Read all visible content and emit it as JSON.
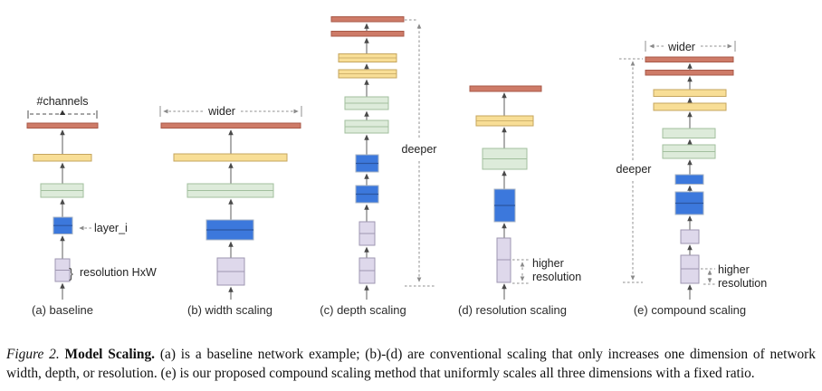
{
  "figure": {
    "columns": [
      {
        "id": "a",
        "caption": "(a) baseline",
        "box_counts": {
          "red": 1,
          "yellow": 1,
          "green": 1,
          "blue": 1,
          "purple": 1
        },
        "annotations": {
          "channels": "#channels",
          "layer": "layer_i",
          "brace": "}",
          "resolution": "resolution HxW"
        }
      },
      {
        "id": "b",
        "caption": "(b) width scaling",
        "box_counts": {
          "red": 1,
          "yellow": 1,
          "green": 1,
          "blue": 1,
          "purple": 1
        },
        "annotations": {
          "wider": "wider"
        }
      },
      {
        "id": "c",
        "caption": "(c) depth scaling",
        "box_counts": {
          "red": 2,
          "yellow": 2,
          "green": 2,
          "blue": 2,
          "purple": 2
        },
        "annotations": {
          "deeper": "deeper"
        }
      },
      {
        "id": "d",
        "caption": "(d) resolution scaling",
        "box_counts": {
          "red": 1,
          "yellow": 1,
          "green": 1,
          "blue": 1,
          "purple": 1
        },
        "annotations": {
          "higher1": "higher",
          "higher2": "resolution"
        }
      },
      {
        "id": "e",
        "caption": "(e) compound scaling",
        "box_counts": {
          "red": 2,
          "yellow": 2,
          "green": 2,
          "blue": 2,
          "purple": 2
        },
        "annotations": {
          "wider": "wider",
          "deeper": "deeper",
          "higher1": "higher",
          "higher2": "resolution"
        }
      }
    ],
    "colors": {
      "red_fill": "#CE7B68",
      "red_stroke": "#A85948",
      "yellow_fill": "#F8DE96",
      "yellow_stroke": "#C5A55E",
      "green_fill": "#DDEBDA",
      "green_stroke": "#A2BF9E",
      "blue_fill": "#3C78DC",
      "blue_stroke": "#A9B4C4",
      "blue_divider": "#2B55A0",
      "purple_fill": "#DED8EB",
      "purple_stroke": "#9E96B0",
      "arrow": "#5C5C5C",
      "annotation": "#8F8F8F",
      "background": "#FFFFFF"
    }
  },
  "caption": {
    "figure_label": "Figure 2.",
    "title": "Model Scaling.",
    "body": "(a) is a baseline network example; (b)-(d) are conventional scaling that only increases one dimension of network width, depth, or resolution. (e) is our proposed compound scaling method that uniformly scales all three dimensions with a fixed ratio."
  }
}
